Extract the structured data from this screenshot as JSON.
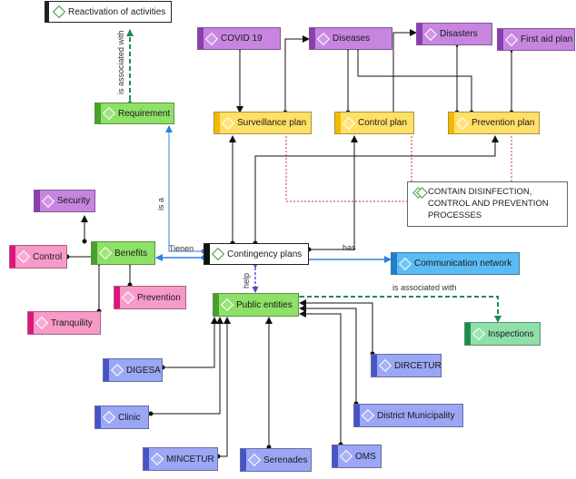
{
  "nodes": {
    "reactivation": "Reactivation of activities",
    "requirement": "Requirement",
    "covid": "COVID 19",
    "diseases": "Diseases",
    "disasters": "Disasters",
    "firstaid": "First aid plan",
    "surveillance": "Surveillance plan",
    "controlplan": "Control plan",
    "prevplan": "Prevention plan",
    "security": "Security",
    "benefits": "Benefits",
    "control": "Control",
    "prevention": "Prevention",
    "tranquility": "Tranquility",
    "contingency": "Contingency plans",
    "commnet": "Communication network",
    "public": "Public entities",
    "inspections": "Inspections",
    "digesa": "DIGESA",
    "clinic": "Clinic",
    "mincetur": "MINCETUR",
    "serenades": "Serenades",
    "dircetur": "DIRCETUR",
    "district": "District Municipality",
    "oms": "OMS"
  },
  "note": "CONTAIN DISINFECTION, CONTROL AND PREVENTION PROCESSES",
  "edge_labels": {
    "assoc1": "is associated with",
    "assoc2": "is associated with",
    "isa": "is a",
    "tienen": "Tienen",
    "has": "has",
    "help": "help"
  },
  "colors": {
    "purple": "#c785e0",
    "purple_stripe": "#8a3fb0",
    "yellow": "#ffe066",
    "yellow_stripe": "#f5b800",
    "green": "#8ee067",
    "green_stripe": "#4aa02c",
    "pink": "#f79ac8",
    "pink_stripe": "#e0157a",
    "blue": "#9ba6f5",
    "blue_stripe": "#4654c8",
    "cyan": "#5bbcf5",
    "cyan_stripe": "#1e7fd0",
    "teal": "#8ee0a8",
    "teal_stripe": "#1f8a55",
    "link_blue": "#2b7fe0",
    "link_green": "#1f8a55",
    "link_purple": "#6a3fd0",
    "link_red": "#d03030"
  }
}
